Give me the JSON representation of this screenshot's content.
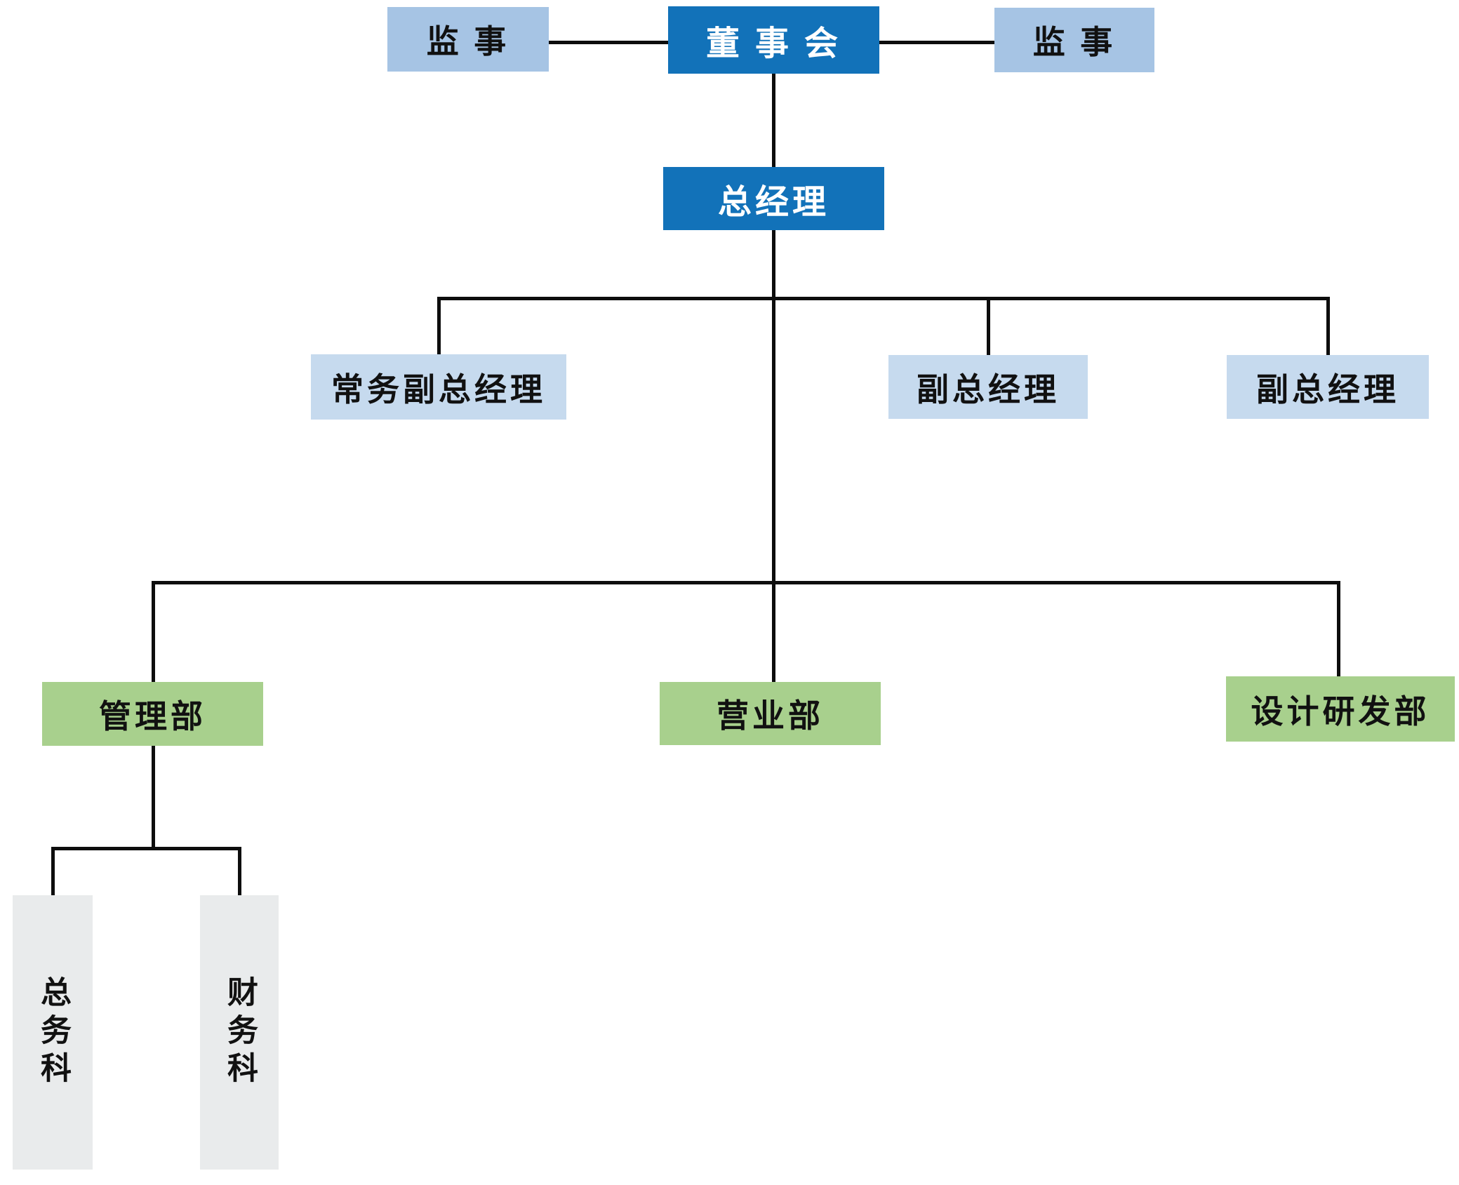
{
  "diagram": {
    "type": "org-chart",
    "nodes": {
      "supervisor_left": {
        "label": "监 事",
        "role": "supervisor"
      },
      "board": {
        "label": "董 事 会",
        "role": "board-of-directors"
      },
      "supervisor_right": {
        "label": "监 事",
        "role": "supervisor"
      },
      "general_manager": {
        "label": "总经理",
        "role": "general-manager"
      },
      "executive_deputy_gm": {
        "label": "常务副总经理",
        "role": "executive-deputy-general-manager"
      },
      "deputy_gm_1": {
        "label": "副总经理",
        "role": "deputy-general-manager"
      },
      "deputy_gm_2": {
        "label": "副总经理",
        "role": "deputy-general-manager"
      },
      "management_dept": {
        "label": "管理部",
        "role": "management-department"
      },
      "sales_dept": {
        "label": "营业部",
        "role": "sales-department"
      },
      "design_rd_dept": {
        "label": "设计研发部",
        "role": "design-rd-department"
      },
      "general_affairs_section": {
        "label": "总务科",
        "role": "general-affairs-section"
      },
      "finance_section": {
        "label": "财务科",
        "role": "finance-section"
      }
    },
    "edges": [
      [
        "supervisor_left",
        "board"
      ],
      [
        "board",
        "supervisor_right"
      ],
      [
        "board",
        "general_manager"
      ],
      [
        "general_manager",
        "executive_deputy_gm"
      ],
      [
        "general_manager",
        "deputy_gm_1"
      ],
      [
        "general_manager",
        "deputy_gm_2"
      ],
      [
        "general_manager",
        "management_dept"
      ],
      [
        "general_manager",
        "sales_dept"
      ],
      [
        "general_manager",
        "design_rd_dept"
      ],
      [
        "management_dept",
        "general_affairs_section"
      ],
      [
        "management_dept",
        "finance_section"
      ]
    ],
    "colors": {
      "dark_blue": "#1272b9",
      "light_blue": "#a6c4e4",
      "pale_blue": "#c6daee",
      "green": "#a8d08d",
      "gray": "#e9ebec",
      "line": "#0d0d0d",
      "text_dark": "#111111",
      "text_light": "#ffffff"
    }
  }
}
